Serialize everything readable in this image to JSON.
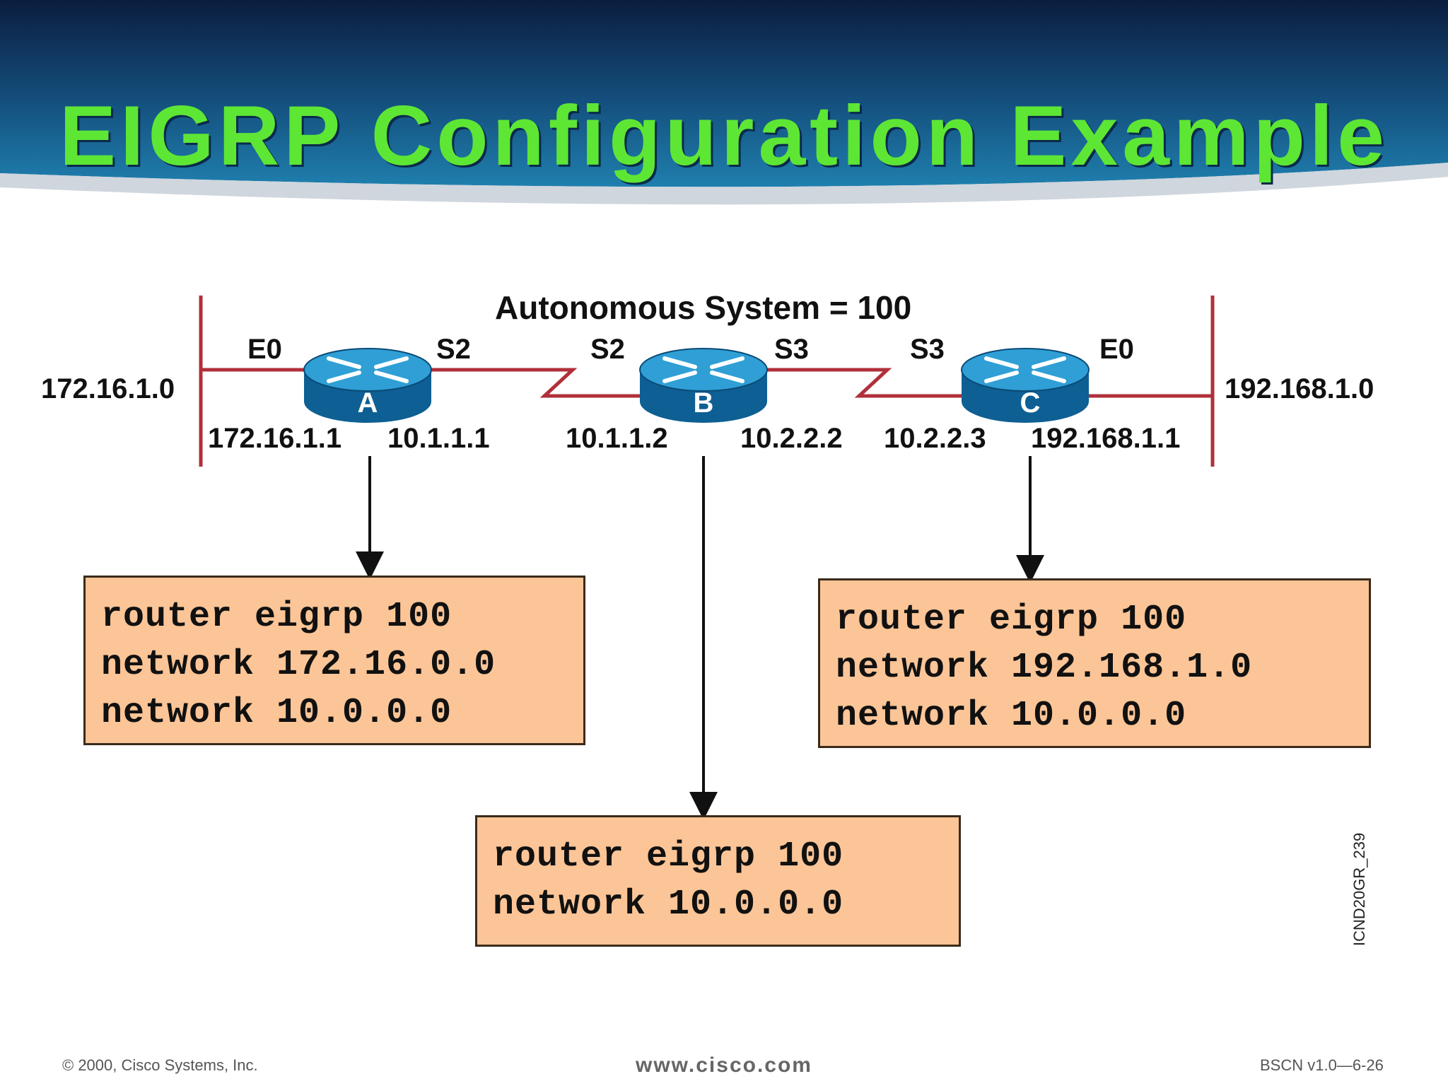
{
  "slide": {
    "title": "EIGRP Configuration Example"
  },
  "diagram": {
    "as_label": "Autonomous System = 100",
    "left_network": "172.16.1.0",
    "right_network": "192.168.1.0",
    "routers": [
      {
        "name": "A",
        "iface_left": "E0",
        "iface_right": "S2",
        "addr_left": "172.16.1.1",
        "addr_right": "10.1.1.1"
      },
      {
        "name": "B",
        "iface_left": "S2",
        "iface_right": "S3",
        "addr_left": "10.1.1.2",
        "addr_right": "10.2.2.2"
      },
      {
        "name": "C",
        "iface_left": "S3",
        "iface_right": "E0",
        "addr_left": "10.2.2.3",
        "addr_right": "192.168.1.1"
      }
    ]
  },
  "configs": {
    "a": [
      "router eigrp 100",
      "network 172.16.0.0",
      "network 10.0.0.0"
    ],
    "b": [
      "router eigrp 100",
      "network 10.0.0.0"
    ],
    "c": [
      "router eigrp 100",
      "network 192.168.1.0",
      "network 10.0.0.0"
    ]
  },
  "footer": {
    "copyright": "© 2000, Cisco Systems, Inc.",
    "website": "www.cisco.com",
    "course": "BSCN v1.0—6-26",
    "slide_code": "ICND20GR_239"
  },
  "colors": {
    "title": "#5ee634",
    "header_dark": "#0b1d3f",
    "header_light": "#1f7fae",
    "link": "#b0303a",
    "router_top": "#2f9fd6",
    "router_side": "#0e5f93",
    "config_fill": "#fcc597"
  }
}
